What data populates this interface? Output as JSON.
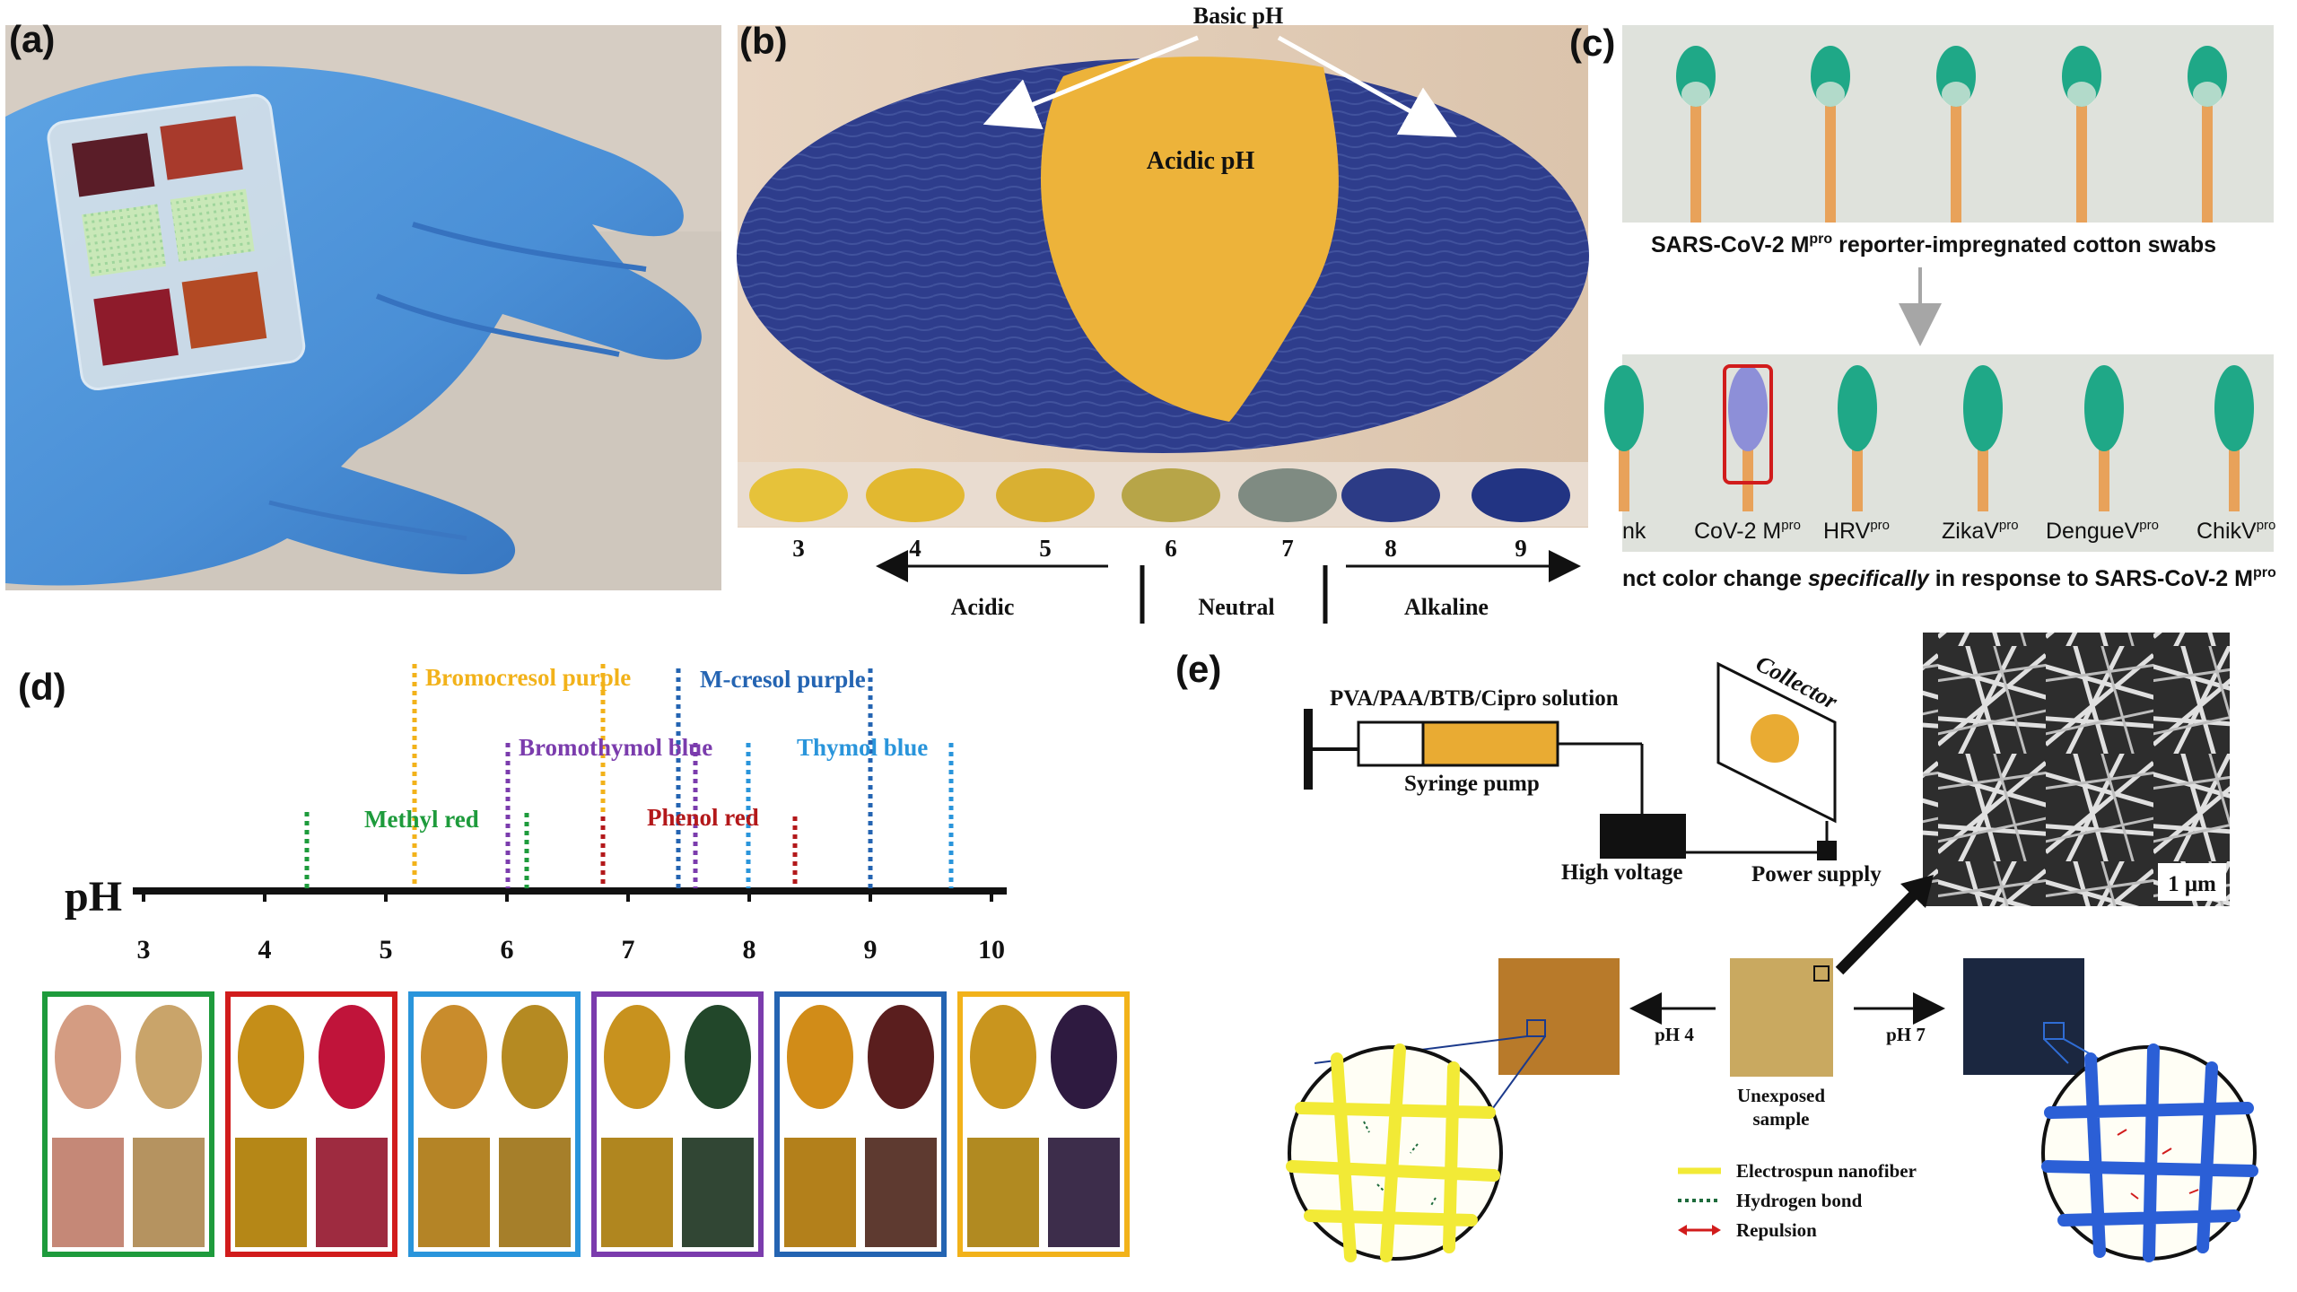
{
  "panels": {
    "a": {
      "label": "(a)"
    },
    "b": {
      "label": "(b)",
      "basic": "Basic pH",
      "acidic": "Acidic pH",
      "scale_numbers": [
        "3",
        "4",
        "5",
        "6",
        "7",
        "8",
        "9"
      ],
      "region_labels": [
        "Acidic",
        "Neutral",
        "Alkaline"
      ],
      "dot_colors": [
        "#e6c23a",
        "#e2b830",
        "#d9b032",
        "#b7a548",
        "#7f8b82",
        "#2c3b86",
        "#223483"
      ]
    },
    "c": {
      "label": "(c)",
      "caption_top": "SARS-CoV-2 M",
      "caption_top_sup": "pro",
      "caption_top_rest": " reporter-impregnated cotton swabs",
      "swab_labels": [
        {
          "text": "nk",
          "sup": ""
        },
        {
          "text": "CoV-2 M",
          "sup": "pro"
        },
        {
          "text": "HRV",
          "sup": "pro"
        },
        {
          "text": "ZikaV",
          "sup": "pro"
        },
        {
          "text": "DengueV",
          "sup": "pro"
        },
        {
          "text": "ChikV",
          "sup": "pro"
        }
      ],
      "caption_bottom_pre": "nct color change ",
      "caption_bottom_em": "specifically",
      "caption_bottom_post": " in response to SARS-CoV-2 M",
      "caption_bottom_sup": "pro"
    },
    "d": {
      "label": "(d)",
      "axis_label": "pH",
      "ticks": [
        "3",
        "4",
        "5",
        "6",
        "7",
        "8",
        "9",
        "10"
      ],
      "indicators": {
        "bromocresol": "Bromocresol purple",
        "mcresol": "M-cresol purple",
        "bromothymol": "Bromothymol blue",
        "thymol": "Thymol blue",
        "methyl": "Methyl red",
        "phenol": "Phenol red"
      },
      "boxes": [
        {
          "border": "#1e9b3c",
          "c1": "#d49c82",
          "c2": "#c9a46a",
          "s1": "#c58877",
          "s2": "#b59360"
        },
        {
          "border": "#d11c1c",
          "c1": "#c58e18",
          "c2": "#c0143a",
          "s1": "#b58717",
          "s2": "#9e2b40"
        },
        {
          "border": "#2a95db",
          "c1": "#c98c2c",
          "c2": "#b58a22",
          "s1": "#b48426",
          "s2": "#a67f2a"
        },
        {
          "border": "#7b3cad",
          "c1": "#c8921e",
          "c2": "#22472a",
          "s1": "#b0861f",
          "s2": "#314634"
        },
        {
          "border": "#2464b2",
          "c1": "#d18c18",
          "c2": "#5a1e1e",
          "s1": "#b3801b",
          "s2": "#5e3a30"
        },
        {
          "border": "#f2b21a",
          "c1": "#c9951e",
          "c2": "#2e1a40",
          "s1": "#b18a21",
          "s2": "#3d2d4b"
        }
      ]
    },
    "e": {
      "label": "(e)",
      "solution": "PVA/PAA/BTB/Cipro solution",
      "syringe": "Syringe pump",
      "collector": "Collector",
      "high_voltage": "High voltage",
      "power_supply": "Power supply",
      "scale_bar": "1 μm",
      "ph4": "pH 4",
      "ph7": "pH 7",
      "unexposed": "Unexposed",
      "sample": "sample",
      "legend": [
        "Electrospun nanofiber",
        "Hydrogen bond",
        "Repulsion"
      ]
    }
  }
}
